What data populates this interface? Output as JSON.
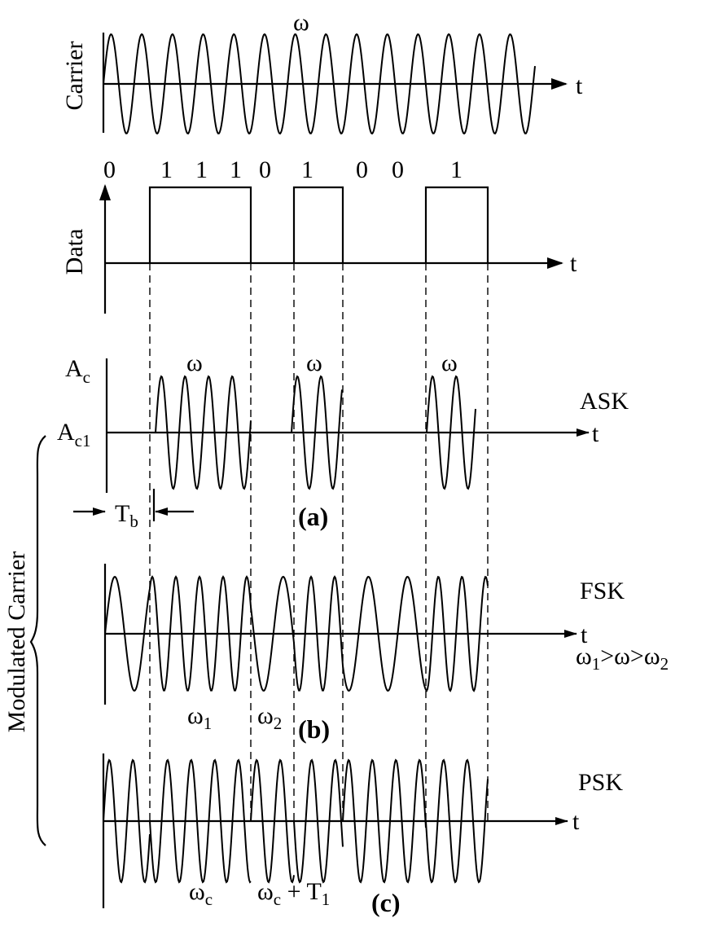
{
  "labels": {
    "carrier_axis": "Carrier",
    "data_axis": "Data",
    "modulated_axis": "Modulated Carrier",
    "t": "t",
    "omega": "ω",
    "ask": "ASK",
    "fsk": "FSK",
    "psk": "PSK",
    "a": "(a)",
    "b": "(b)",
    "c": "(c)",
    "A": "A",
    "c_sub": "c",
    "c1_sub": "c1",
    "T": "T",
    "b_sub": "b",
    "one": "1",
    "two": "2",
    "freq_rel_1": ">ω>",
    "plus_T": " + T",
    "psk_T_sub": "1"
  },
  "bits": [
    "0",
    "1",
    "1",
    "1",
    "0",
    "1",
    "0",
    "0",
    "1"
  ]
}
